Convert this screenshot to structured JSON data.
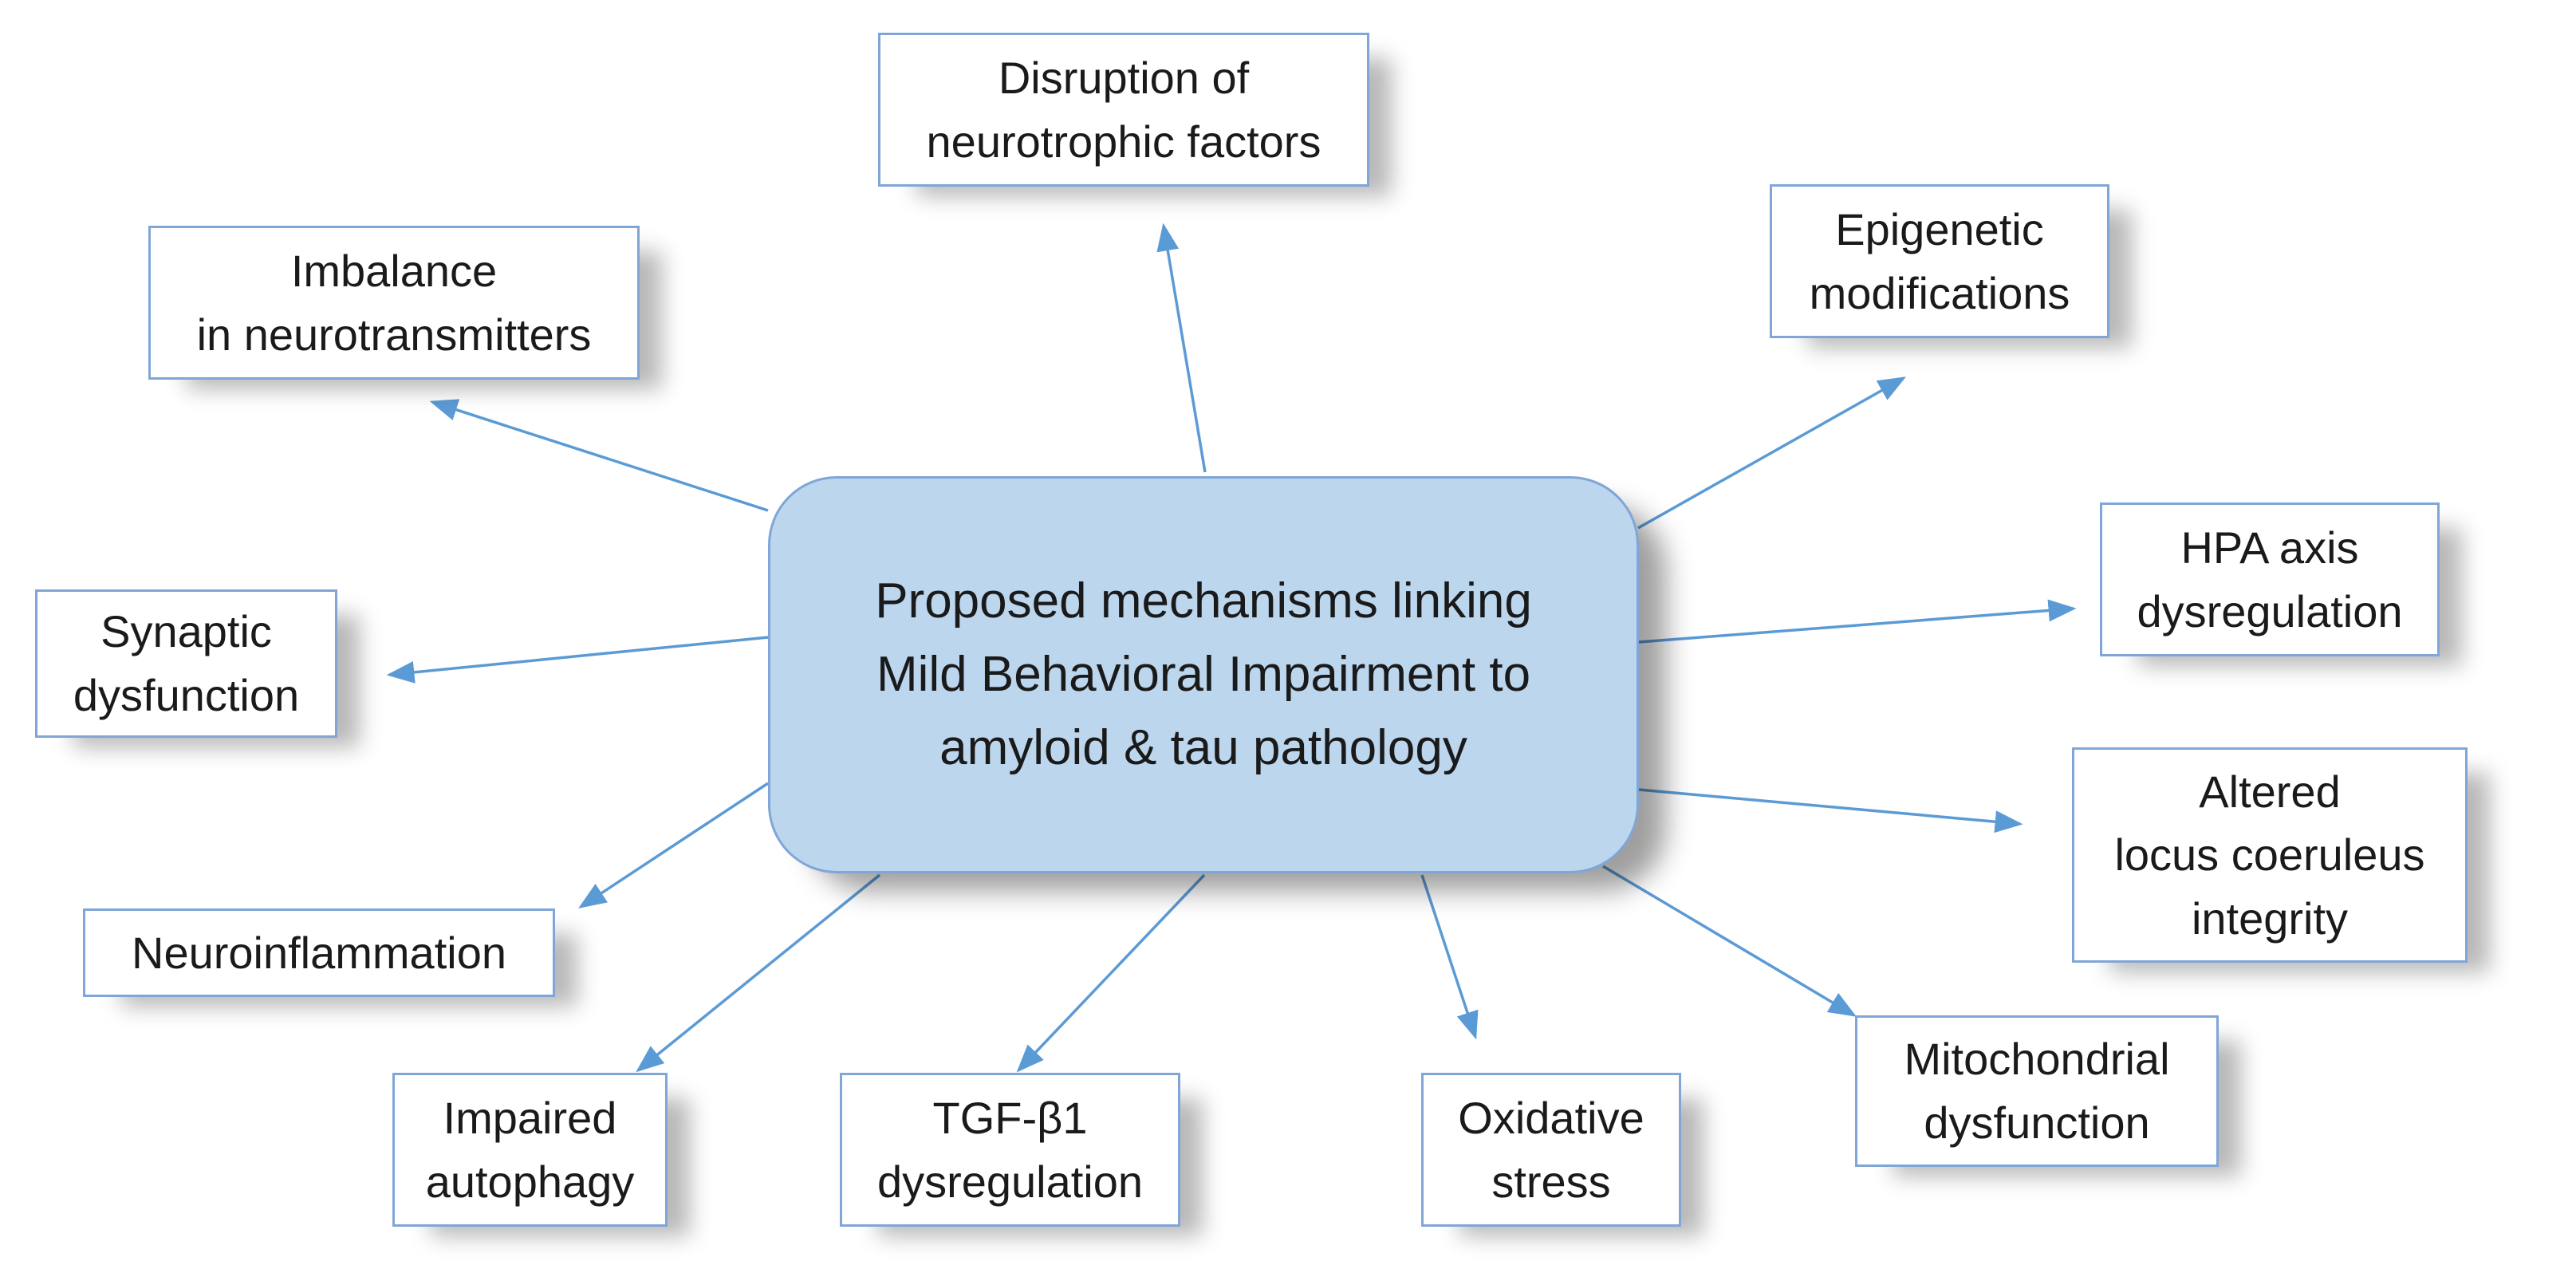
{
  "colors": {
    "box_border": "#7fa6d6",
    "center_fill": "#bcd6ee",
    "arrow": "#5b9bd5",
    "text": "#1a1a1a"
  },
  "diagram": {
    "center": {
      "lines": [
        "Proposed mechanisms  linking",
        "Mild Behavioral Impairment  to",
        "amyloid & tau pathology"
      ]
    },
    "nodes": {
      "neurotrophic": {
        "lines": [
          "Disruption of",
          "neurotrophic factors"
        ]
      },
      "epigenetic": {
        "lines": [
          "Epigenetic",
          "modifications"
        ]
      },
      "neurotransmitters": {
        "lines": [
          "Imbalance",
          "in neurotransmitters"
        ]
      },
      "hpa": {
        "lines": [
          "HPA axis",
          "dysregulation"
        ]
      },
      "synaptic": {
        "lines": [
          "Synaptic",
          "dysfunction"
        ]
      },
      "locus": {
        "lines": [
          "Altered",
          "locus coeruleus",
          "integrity"
        ]
      },
      "neuroinflammation": {
        "lines": [
          "Neuroinflammation"
        ]
      },
      "mitochondrial": {
        "lines": [
          "Mitochondrial",
          "dysfunction"
        ]
      },
      "autophagy": {
        "lines": [
          "Impaired",
          "autophagy"
        ]
      },
      "tgf": {
        "lines": [
          "TGF-β1",
          "dysregulation"
        ]
      },
      "oxidative": {
        "lines": [
          "Oxidative",
          "stress"
        ]
      }
    }
  }
}
